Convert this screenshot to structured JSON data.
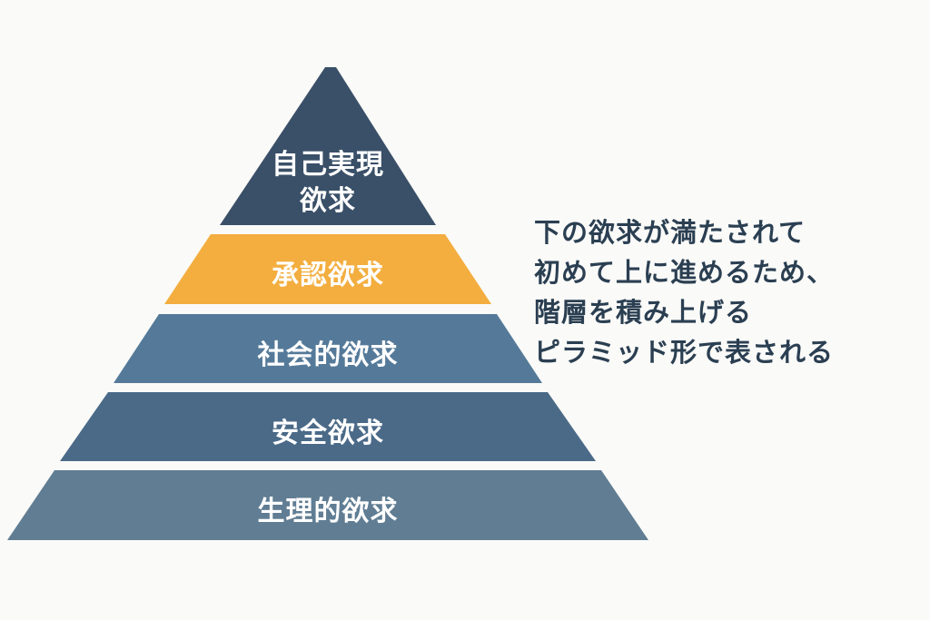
{
  "diagram": {
    "colors": {
      "background": "#fafaf8",
      "tier_top": "#3a5068",
      "tier_esteem": "#f3ae3f",
      "tier_social": "#557a99",
      "tier_safety": "#4b6a88",
      "tier_physiological": "#607d93",
      "label_text": "#ffffff",
      "explanation_text": "#2b3f52"
    },
    "tiers": [
      {
        "line1": "自己実現",
        "line2": "欲求"
      },
      {
        "label": "承認欲求"
      },
      {
        "label": "社会的欲求"
      },
      {
        "label": "安全欲求"
      },
      {
        "label": "生理的欲求"
      }
    ],
    "explanation": [
      "下の欲求が満たされて",
      "初めて上に進めるため、",
      "階層を積み上げる",
      "ピラミッド形で表される"
    ]
  }
}
